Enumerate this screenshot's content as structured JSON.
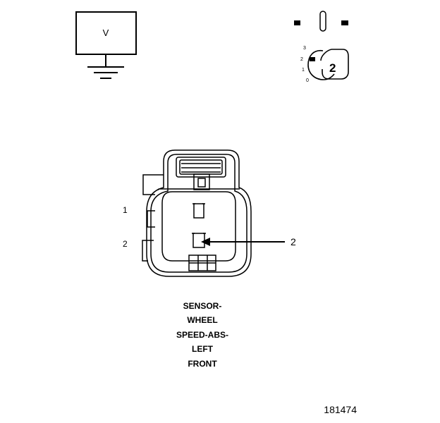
{
  "meter": {
    "label": "V"
  },
  "ignition": {
    "positions": [
      "3",
      "2",
      "1",
      "0"
    ],
    "key_number": "2"
  },
  "connector": {
    "pins": [
      "1",
      "2"
    ],
    "callout": "2"
  },
  "caption": [
    "SENSOR-",
    "WHEEL",
    "SPEED-ABS-",
    "LEFT",
    "FRONT"
  ],
  "figure_number": "181474"
}
